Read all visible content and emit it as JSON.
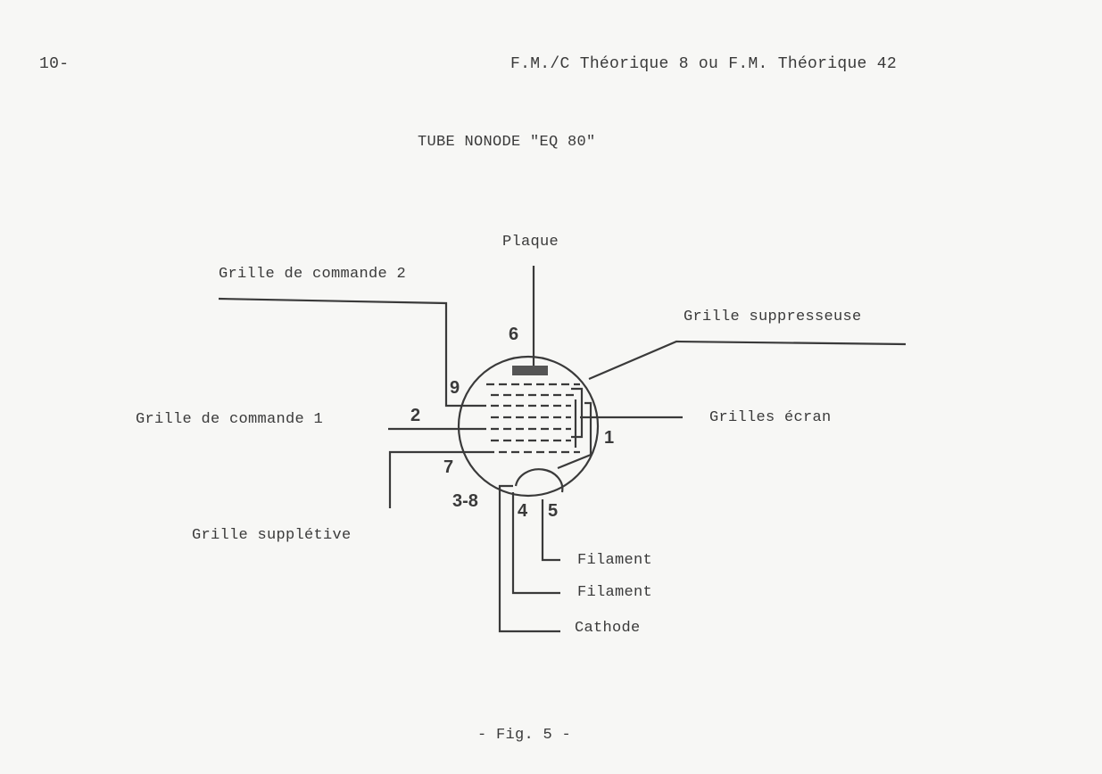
{
  "header": {
    "page_number": "10-",
    "reference": "F.M./C Théorique 8  ou  F.M. Théorique 42"
  },
  "title": "TUBE NONODE \"EQ 80\"",
  "labels": {
    "plaque": "Plaque",
    "grille_commande_2": "Grille de commande 2",
    "grille_suppresseuse": "Grille suppresseuse",
    "grille_commande_1": "Grille de commande 1",
    "grilles_ecran": "Grilles écran",
    "grille_suppletive": "Grille supplétive",
    "filament_1": "Filament",
    "filament_2": "Filament",
    "cathode": "Cathode"
  },
  "pins": {
    "p6": "6",
    "p9": "9",
    "p2": "2",
    "p1": "1",
    "p7": "7",
    "p38": "3-8",
    "p4": "4",
    "p5": "5"
  },
  "caption": "- Fig. 5 -"
}
